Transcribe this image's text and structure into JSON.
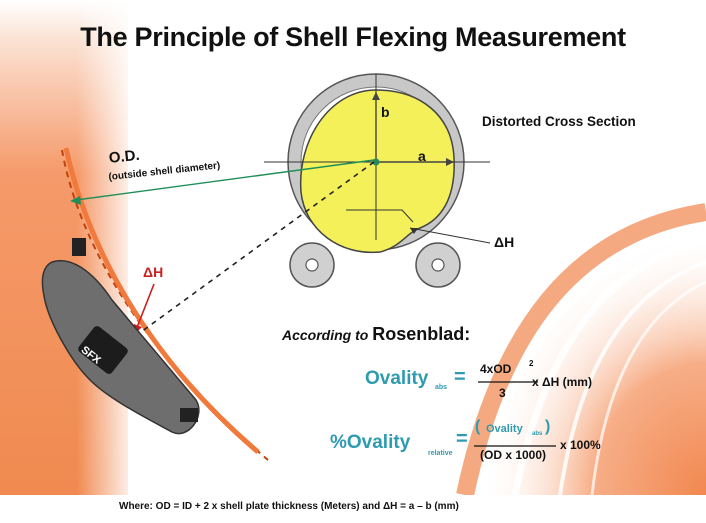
{
  "title": "The Principle of Shell Flexing Measurement",
  "cross_section": {
    "label": "Distorted Cross Section",
    "a_label": "a",
    "b_label": "b",
    "delta_h_label": "ΔH"
  },
  "shell": {
    "od_label": "O.D.",
    "od_sublabel": "(outside shell diameter)",
    "delta_h_label": "ΔH",
    "device_label": "SFX"
  },
  "formulas": {
    "intro_text": "According to",
    "intro_name": "Rosenblad:",
    "ovality": {
      "name": "Ovality",
      "subscript": "abs",
      "equals": "=",
      "numerator": "4xOD",
      "numerator_exponent": "2",
      "denominator": "3",
      "rest": "x ΔH (mm)"
    },
    "percent_ovality": {
      "name": "%Ovality",
      "subscript": "relative",
      "equals": "=",
      "lparen": "(",
      "numerator": "Ovality",
      "numerator_subscript": "abs",
      "rparen": ")",
      "denominator": "(OD x 1000)",
      "rest": "x 100%"
    }
  },
  "footer": "Where:   OD = ID + 2 x shell plate thickness (Meters)  and ΔH = a – b  (mm)",
  "colors": {
    "orange": "#f07a3c",
    "yellow_fill": "#f3f05a",
    "teal_text": "#2f9bb0",
    "red_label": "#cc1f1f",
    "ring_gray": "#c8c8c8"
  }
}
